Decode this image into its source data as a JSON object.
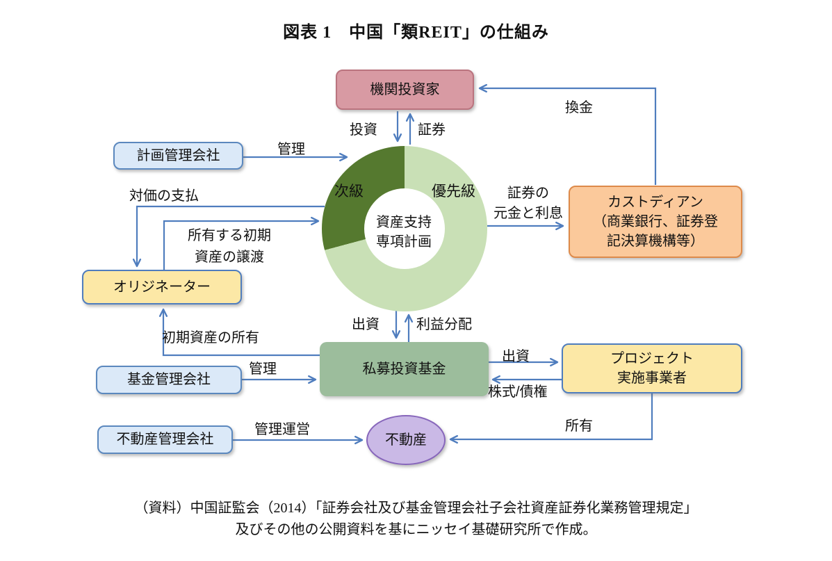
{
  "title": "図表 1　中国「類REIT」の仕組み",
  "nodes": {
    "institutional_investors": "機関投資家",
    "plan_management_company": "計画管理会社",
    "custodian_line1": "カストディアン",
    "custodian_line2": "（商業銀行、証券登",
    "custodian_line3": "記決算機構等）",
    "originator": "オリジネーター",
    "fund_management_company": "基金管理会社",
    "private_fund": "私募投資基金",
    "project_line1": "プロジェクト",
    "project_line2": "実施事業者",
    "re_management_company": "不動産管理会社",
    "real_estate": "不動産"
  },
  "donut": {
    "center_line1": "資産支持",
    "center_line2": "専項計画",
    "subordinate_label": "次級",
    "senior_label": "優先級"
  },
  "edges": {
    "invest": "投資",
    "securities": "証券",
    "redemption": "換金",
    "manage_top": "管理",
    "consideration": "対価の支払",
    "transfer_line1": "所有する初期",
    "transfer_line2": "資産の譲渡",
    "principal_line1": "証券の",
    "principal_line2": "元金と利息",
    "initial_ownership": "初期資産の所有",
    "manage_bottom": "管理",
    "equity_down": "出資",
    "profit_distribution": "利益分配",
    "equity_right": "出資",
    "shares_bonds": "株式/債権",
    "own": "所有",
    "manage_operate": "管理運営"
  },
  "colors": {
    "arrow": "#4f7dbe",
    "donut_subordinate": "#55792f",
    "donut_senior": "#c9e0b6",
    "box_pink": "#d89aa3",
    "box_blue": "#dbe9f8",
    "box_orange": "#fbc99b",
    "box_yellow": "#fce8a6",
    "box_green": "#9cbd9c",
    "ellipse_purple": "#cab9e6"
  },
  "footer": {
    "line1": "（資料）中国証監会（2014）「証券会社及び基金管理会社子会社資産証券化業務管理規定」",
    "line2": "及びその他の公開資料を基にニッセイ基礎研究所で作成。"
  }
}
